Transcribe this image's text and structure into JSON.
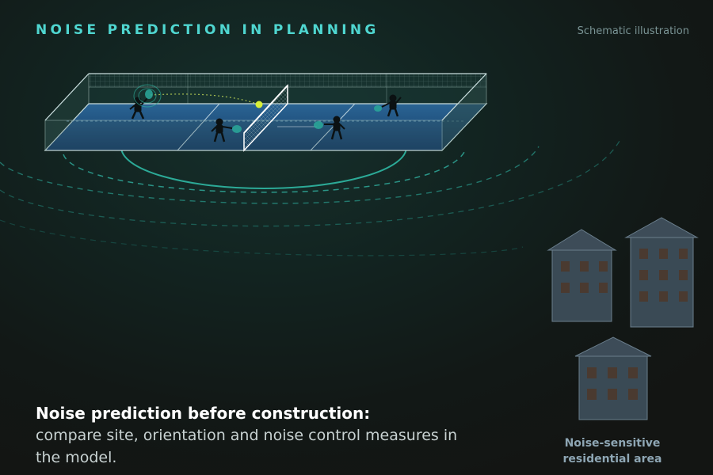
{
  "header": {
    "title": "NOISE PREDICTION IN PLANNING",
    "note": "Schematic illustration"
  },
  "caption": {
    "heading": "Noise prediction before construction:",
    "body": "compare site, orientation and noise control measures in the model."
  },
  "residential": {
    "label_line1": "Noise-sensitive",
    "label_line2": "residential area"
  },
  "colors": {
    "accent": "#4fd6d0",
    "court": "#1d4a78",
    "wave": "#2fa899",
    "ball": "#d8f038",
    "building": "#3a4a55",
    "window": "#4a3a30"
  },
  "icons": [
    "noise-wave-icon",
    "player-icon",
    "racket-icon",
    "ball-icon",
    "building-icon"
  ]
}
